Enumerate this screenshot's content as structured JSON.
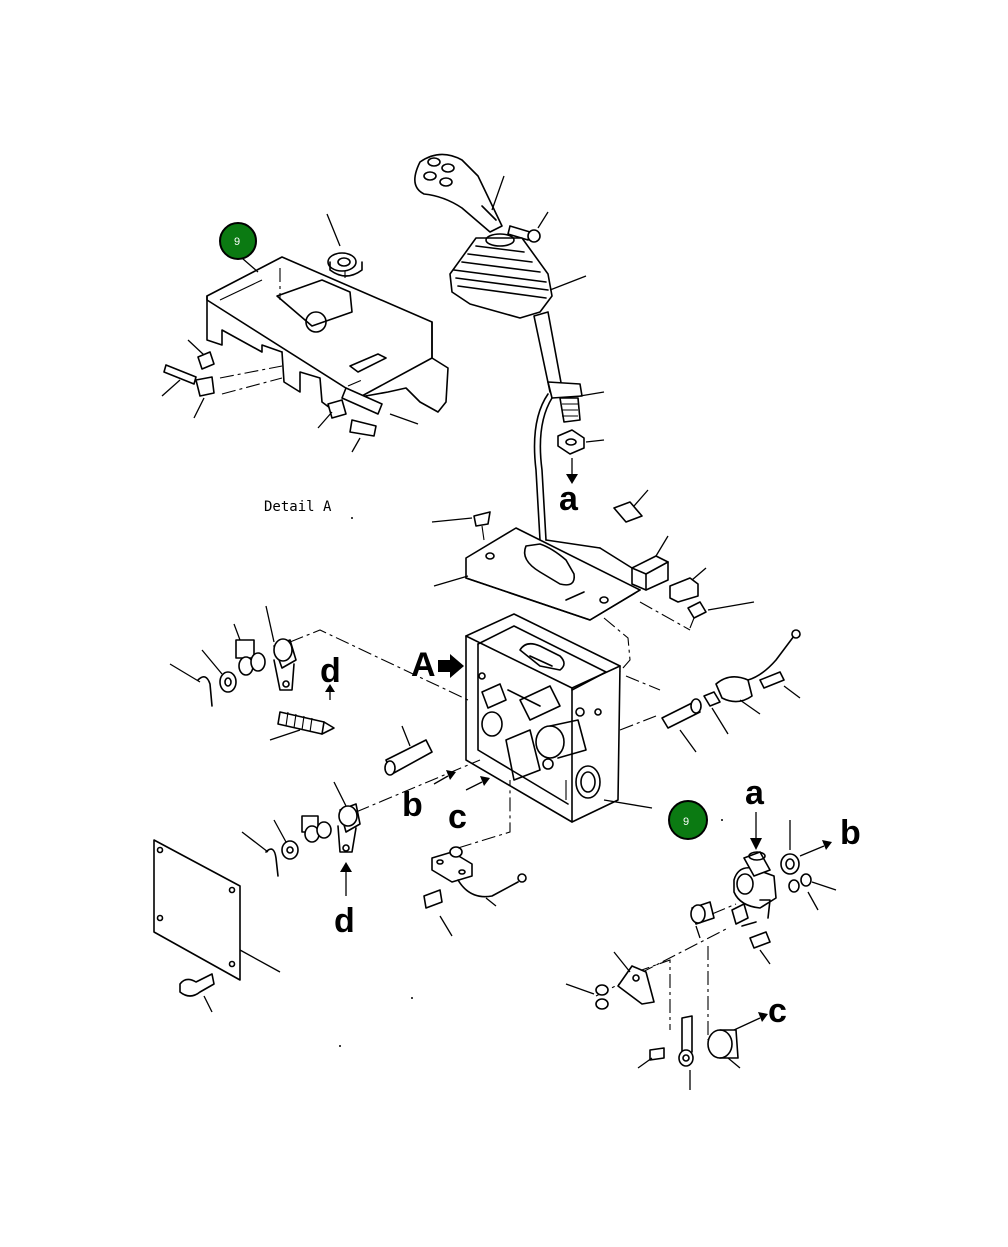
{
  "badges": {
    "top_left": "9",
    "right": "9"
  },
  "detail_caption": "Detail A",
  "view_label": "A",
  "connection_labels": {
    "a_top": "a",
    "a_right": "a",
    "b_left": "b",
    "b_right": "b",
    "c_left": "c",
    "c_right": "c",
    "d_upper": "d",
    "d_lower": "d"
  },
  "colors": {
    "badge_fill": "#0b7a12",
    "line": "#000000",
    "background": "#ffffff"
  }
}
